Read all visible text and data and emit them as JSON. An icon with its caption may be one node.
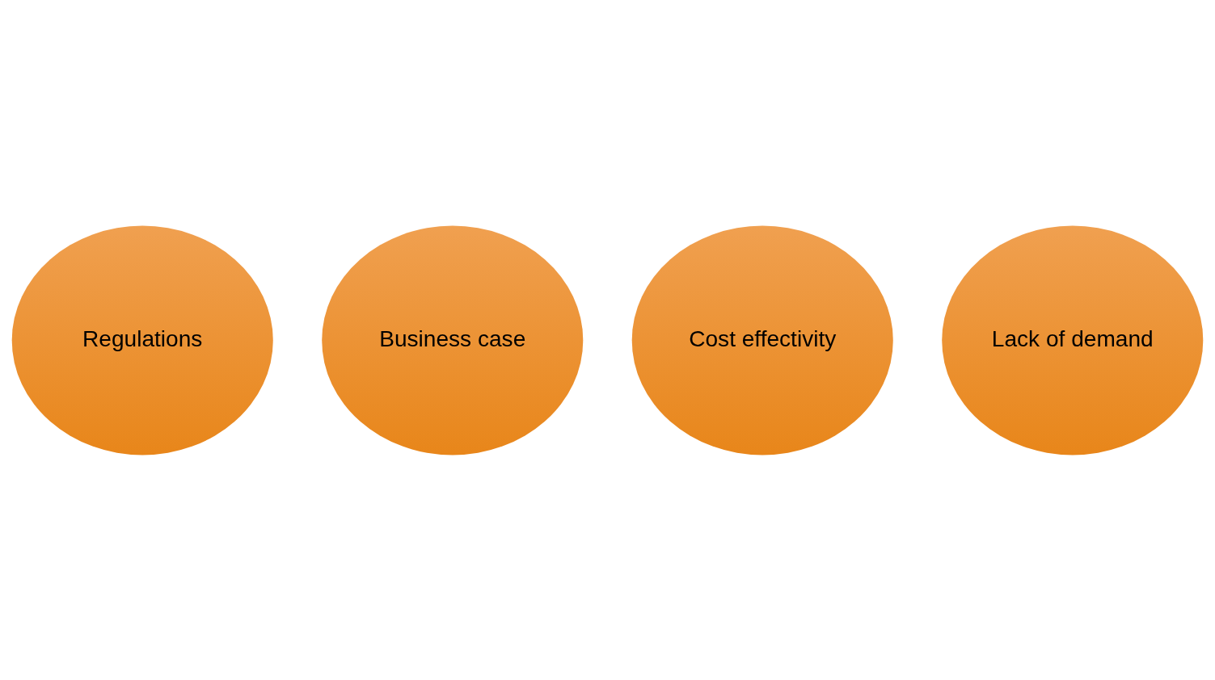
{
  "diagram": {
    "nodes": [
      {
        "text": [
          "Regulations"
        ]
      },
      {
        "text": [
          "Business case"
        ]
      },
      {
        "text": [
          "Cost effectivity"
        ]
      },
      {
        "text": [
          "Lack of demand"
        ]
      }
    ]
  }
}
